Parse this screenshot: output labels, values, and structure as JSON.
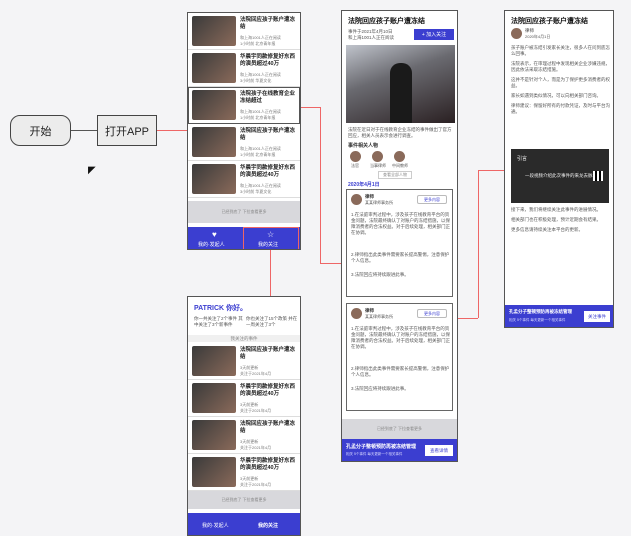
{
  "flow": {
    "start_label": "开始",
    "open_app_label": "打开APP"
  },
  "list_screen": {
    "items": [
      {
        "title": "法院回应孩子账户遭冻结",
        "meta": "和上海1001人正在阅读",
        "sub": "1小时前 北京青年报"
      },
      {
        "title": "华晨宇同款修复好东西的演员超过40万",
        "meta": "和上海1001人正在阅读",
        "sub": "3小时前 华夏文化"
      },
      {
        "title": "法院孩子在线教育企业冻结超过",
        "meta": "和上海1001人正在阅读",
        "sub": "1小时前 北京青年报"
      },
      {
        "title": "法院回应孩子账户遭冻结",
        "meta": "和上海1001人正在阅读",
        "sub": "1小时前 北京青年报"
      },
      {
        "title": "华晨宇同款修复好东西的演员超过40万",
        "meta": "和上海1001人正在阅读",
        "sub": "3小时前 华夏文化"
      }
    ],
    "loadmore": "已经到底了 下拉查看更多",
    "footer_left": "我的·发起人",
    "footer_right": "我的关注"
  },
  "profile_screen": {
    "greeting": "PATRICK 你好。",
    "stat_left": "你一共关注了2个事件 其中关注了3个新事件",
    "stat_right": "你也关注了15个政策 并在一周关注了3个",
    "section": "我关注的事件",
    "items": [
      {
        "title": "法院回应孩子账户遭冻结",
        "meta": "3天前更新",
        "sub": "关注于2021年4月"
      },
      {
        "title": "华晨宇同款修复好东西的演员超过40万",
        "meta": "3天前更新",
        "sub": "关注于2021年4月"
      },
      {
        "title": "法院回应孩子账户遭冻结",
        "meta": "3天前更新",
        "sub": "关注于2021年4月"
      },
      {
        "title": "华晨宇同款修复好东西的演员超过40万",
        "meta": "3天前更新",
        "sub": "关注于2021年4月"
      }
    ],
    "loadmore": "已经到底了 下拉查看更多",
    "footer_left": "我的·发起人",
    "footer_right": "我的关注"
  },
  "detail_screen": {
    "title": "法院回应孩子账户遭冻结",
    "meta": "事件于2021年4月10日",
    "meta2": "和上海1001人正在阅读",
    "follow_btn": "+ 加入关注",
    "desc": "法院在近日对于在线教育企业冻结的事件做出了官方回应，相关人员表示会进行调查。",
    "experts_label": "事件相关人物",
    "experts": [
      "法官",
      "当事律师",
      "中间教师"
    ],
    "more": "查看全部人物",
    "date": "2020年4月1日",
    "comment_author": "律师",
    "comment_role": "某某律师事务所",
    "comment_tag": "更多内容",
    "comment_body": "1.在法庭审判过程中，涉及孩子在线教育平台的资金问题，法院最终确认了对账户的冻结措施，以保障消费者的合法权益。对于后续处理，相关部门正在协调。",
    "comment_body2": "2.律师指出此类事件需要家长提高警惕，注意保护个人信息。",
    "comment_body3": "3.法院回应将持续跟进此事。",
    "bottom_gray": "已经到底了 下拉查看更多",
    "footer_title": "孔孟分子整顿预防再被冻结管理",
    "footer_sub": "相关 5个事件 每天更新一个相关事件",
    "footer_btn": "查看详情"
  },
  "article_screen": {
    "title": "法院回应孩子账户遭冻结",
    "author": "律师",
    "date": "2020年4月1日",
    "paragraphs": [
      "孩子账户被冻结引发家长关注，很多人在问到底怎么回事。",
      "法院表示，在审理过程中发现相关企业涉嫌违规，因此依法采取冻结措施。",
      "这并不是针对个人，而是为了保护更多消费者的权益。",
      "家长如遇到类似情况，可以向相关部门咨询。",
      "律师建议：保留好所有的付款凭证，及时与平台沟通。"
    ],
    "video_label": "引言",
    "video_caption": "一段视频介绍此次事件的来龙去脉",
    "paragraphs2": [
      "接下来，我们将继续关注此事件的进展情况。",
      "相关部门也在积极处理，预计近期会有结果。",
      "更多信息请持续关注本平台的更新。"
    ],
    "footer_title": "孔孟分子整顿预防再被冻结管理",
    "footer_sub": "相关 5个事件 每天更新一个相关事件",
    "footer_btn": "关注事件"
  }
}
